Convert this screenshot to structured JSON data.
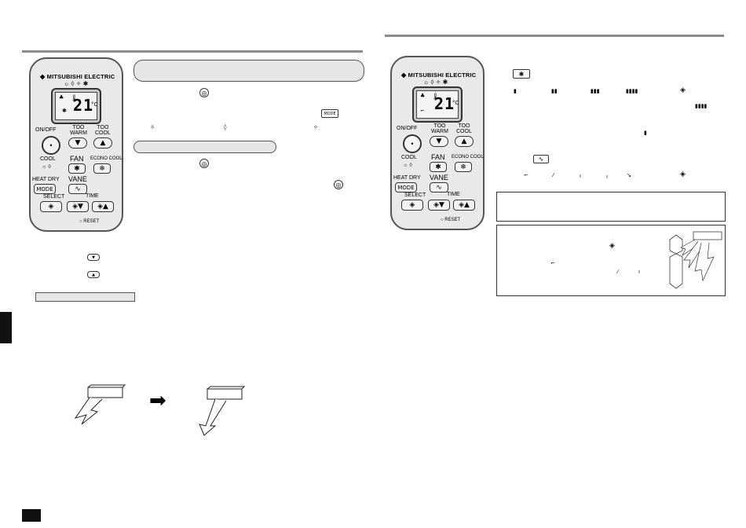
{
  "remote": {
    "brand": "MITSUBISHI ELECTRIC",
    "temperature": "21",
    "degree": "°",
    "unit": "°C",
    "on_off_label": "ON/OFF",
    "warm_label": "WARM",
    "cool_label": "COOL",
    "temp_prefix": "TOO",
    "mode_cool_label": "COOL",
    "heat_dry_label": "HEAT DRY",
    "mode_label": "MODE",
    "fan_label": "FAN",
    "econo_cool_label": "ECONO COOL",
    "vane_label": "VANE",
    "select_label": "SELECT",
    "time_label": "TIME",
    "reset_label": "RESET"
  },
  "right_panel": {
    "mode_button_text": "MODE"
  },
  "icons": {
    "sun": "☼",
    "drop": "◊",
    "sparkle": "✧",
    "fan": "✱",
    "vane": "∿",
    "arrow": "➡"
  }
}
